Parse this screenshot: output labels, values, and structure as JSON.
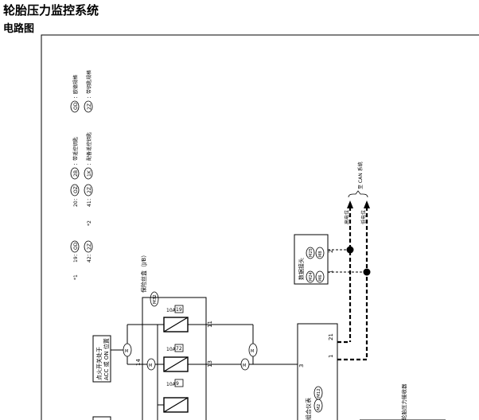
{
  "header": {
    "title": "轮胎压力监控系统",
    "subtitle": "电路图"
  },
  "legend": {
    "items": [
      {
        "code": "OD",
        "text": "：欧德规格"
      },
      {
        "code": "2Z",
        "text": "：带钥匙规格"
      },
      {
        "code": "2B",
        "text": "：带遥控钥匙"
      },
      {
        "code": "1K",
        "text": "：配备遥控钥匙"
      }
    ],
    "footnotes": [
      {
        "mark": "*1",
        "v1": "19：",
        "c1": "OD",
        "v2": "20：",
        "c2": "OZ"
      },
      {
        "mark": "*2",
        "v1": "42：",
        "c1": "2Z",
        "v2": "41：",
        "c2": "2Z"
      }
    ]
  },
  "fuse_block": {
    "name": "保险丝盒（J/B）",
    "connector": "M32",
    "fuses": [
      {
        "rating": "10A",
        "number": "19"
      },
      {
        "rating": "10A",
        "number": "72"
      },
      {
        "rating": "10A",
        "number": "9"
      }
    ],
    "pins": [
      "11",
      "13",
      "14"
    ]
  },
  "ignition": {
    "line1": "点火开关处于",
    "line2": "ACC 或 ON 位置"
  },
  "data_connector": {
    "name": "数据接头",
    "codes": [
      "M24",
      "M25",
      "M6",
      "M8"
    ],
    "pins": [
      "2",
      "1"
    ]
  },
  "can": {
    "system": "至 CAN 系统",
    "line_h": "高电位",
    "line_l": "低电位"
  },
  "combination_meter": {
    "name": "组合仪表",
    "codes": [
      "M2",
      "M12"
    ],
    "pins": [
      "21",
      "1",
      "3"
    ]
  },
  "receiver": {
    "name": "轮胎压力接收器"
  },
  "splice_codes": [
    "M",
    "M",
    "M",
    "M"
  ],
  "pin_labels": [
    "*2",
    "*1"
  ]
}
